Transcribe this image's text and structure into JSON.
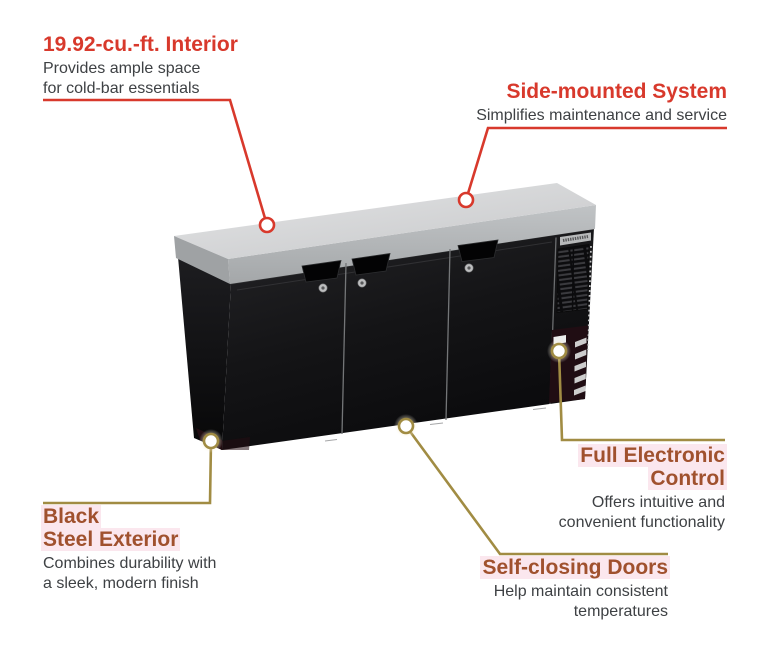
{
  "colors": {
    "red": "#d8392c",
    "rust": "#a0512e",
    "gold": "#a18c43",
    "subtext": "#3e4144",
    "highlight": "#fbe7ee",
    "bg": "#ffffff"
  },
  "callouts": {
    "interior": {
      "title": "19.92-cu.-ft. Interior",
      "desc1": "Provides ample space",
      "desc2": "for cold-bar essentials"
    },
    "side_system": {
      "title": "Side-mounted System",
      "desc1": "Simplifies maintenance and service"
    },
    "exterior": {
      "title1": "Black",
      "title2": "Steel Exterior",
      "desc1": "Combines durability with",
      "desc2": "a sleek, modern finish"
    },
    "electronic": {
      "title1": "Full Electronic",
      "title2": "Control",
      "desc1": "Offers intuitive and",
      "desc2": "convenient functionality"
    },
    "doors": {
      "title": "Self-closing Doors",
      "desc1": "Help maintain consistent",
      "desc2": "temperatures"
    }
  }
}
